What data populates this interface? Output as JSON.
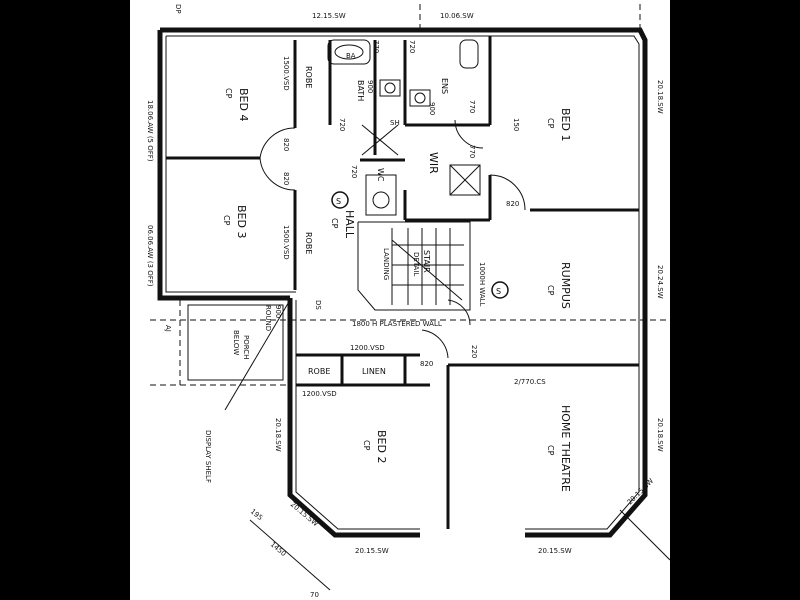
{
  "colors": {
    "background": "#000000",
    "paper": "#ffffff",
    "ink": "#111111"
  },
  "rooms": {
    "bed4": {
      "name": "BED 4",
      "floor": "CP"
    },
    "bed3": {
      "name": "BED 3",
      "floor": "CP"
    },
    "bed1": {
      "name": "BED 1",
      "floor": "CP"
    },
    "bed2": {
      "name": "BED 2",
      "floor": "CP"
    },
    "rumpus": {
      "name": "RUMPUS",
      "floor": "CP"
    },
    "home_theatre": {
      "name": "HOME THEATRE",
      "floor": "CP"
    },
    "hall": {
      "name": "HALL",
      "floor": "CP"
    },
    "bath": {
      "name": "BATH"
    },
    "ens": {
      "name": "ENS"
    },
    "wir": {
      "name": "WIR"
    },
    "wc": {
      "name": "WC"
    },
    "robe_top": {
      "name": "ROBE",
      "size": "1500.VSD"
    },
    "robe_mid": {
      "name": "ROBE",
      "size": "1500.VSD"
    },
    "robe_bed2": {
      "name": "ROBE"
    },
    "linen": {
      "name": "LINEN"
    },
    "stair": {
      "name": "STAIR",
      "note": "DETAIL"
    },
    "landing": {
      "name": "LANDING"
    },
    "porch": {
      "line1": "PORCH",
      "line2": "BELOW"
    }
  },
  "labels": {
    "window_top_left": "12.15.SW",
    "window_top_right": "10.06.SW",
    "window_right_top": "20.18.SW",
    "window_right_mid": "20.24.SW",
    "window_right_bottom": "20.18.SW",
    "window_left_top": "18.06.AW (5 OFF)",
    "window_left_mid": "06.06.AW (3 OFF)",
    "window_left_bottom": "20.18.SW",
    "window_bottom_left": "20.15.SW",
    "window_bottom_right": "20.15.SW",
    "window_diag_left": "20.15.SW",
    "window_diag_right": "20.15.SW",
    "wall_note": "1800 H PLASTERED WALL",
    "stair_wall": "1000H WALL",
    "door_820a": "820",
    "door_820b": "820",
    "door_820c": "820",
    "door_820d": "820",
    "door_770a": "770",
    "door_770b": "770",
    "door_770c": "770",
    "door_720a": "720",
    "door_720b": "720",
    "door_720c": "720",
    "dim_150": "150",
    "dim_220": "220",
    "dim_900a": "900",
    "dim_900b": "900",
    "dim_900c": "900",
    "robe_1200_top": "1200.VSD",
    "robe_1200_bottom": "1200.VSD",
    "cs_door": "2/770.CS",
    "display_shelf": "DISPLAY SHELF",
    "round_note": "ROUND",
    "dp": "DP",
    "aj": "AJ",
    "ds": "DS",
    "ba": "BA",
    "sh": "SH",
    "smoke": "S",
    "dim_1450": "1450",
    "dim_195": "195",
    "page_number": "70"
  }
}
